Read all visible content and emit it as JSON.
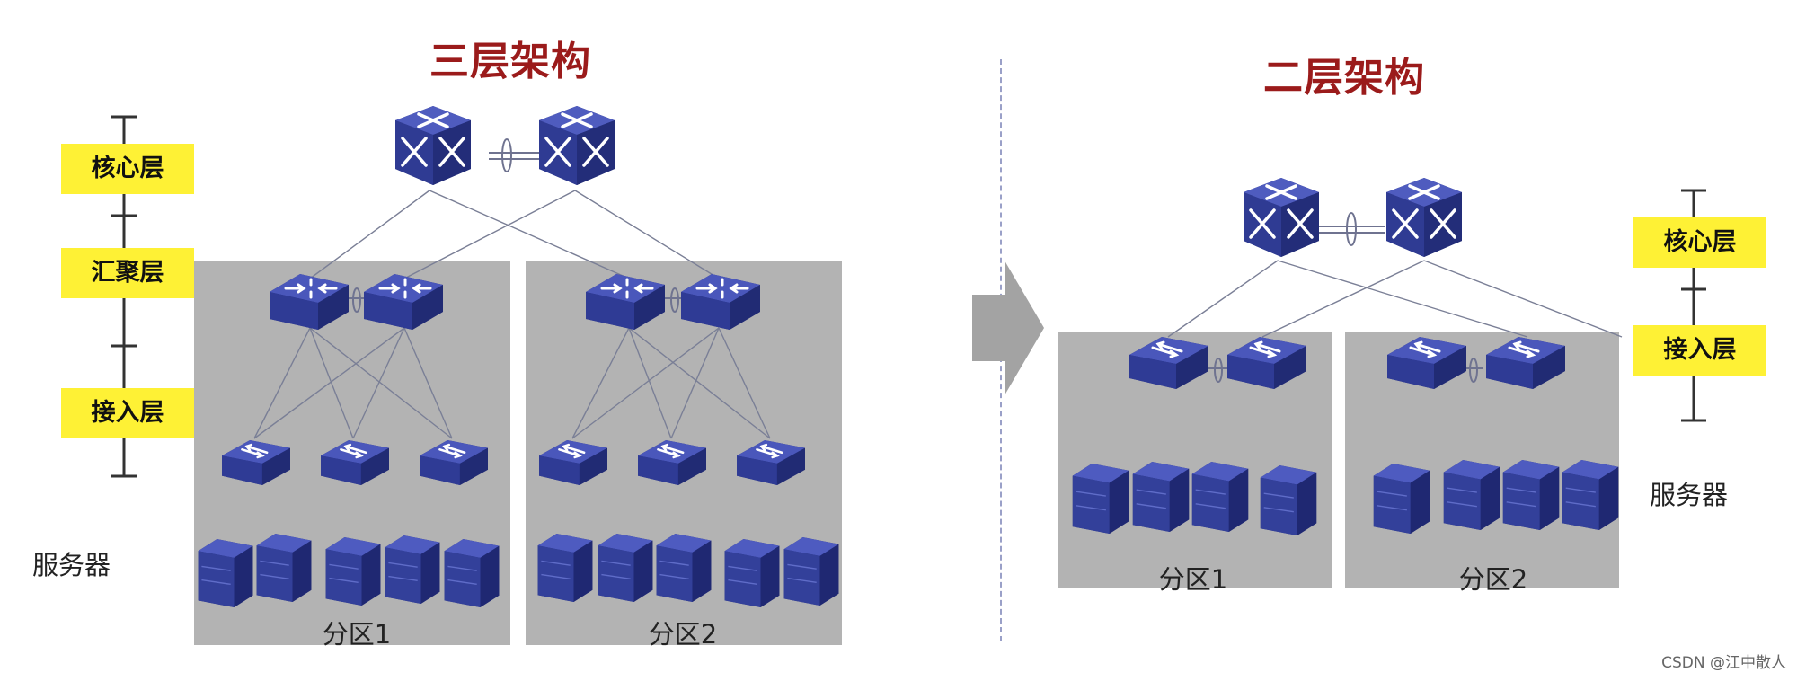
{
  "three_tier": {
    "title": "三层架构",
    "layers": [
      "核心层",
      "汇聚层",
      "接入层"
    ],
    "server_label": "服务器",
    "partitions": [
      "分区1",
      "分区2"
    ]
  },
  "two_tier": {
    "title": "二层架构",
    "layers": [
      "核心层",
      "接入层"
    ],
    "server_label": "服务器",
    "partitions": [
      "分区1",
      "分区2"
    ]
  },
  "watermark": "CSDN @江中散人",
  "colors": {
    "title": "#9b1b1b",
    "label_bg": "#fef135",
    "device": "#2e3a8c",
    "zone": "#b3b3b3",
    "arrow": "#a3a3a3"
  },
  "icons": {
    "core": "core-switch-icon",
    "aggregation": "aggregation-switch-icon",
    "access": "access-switch-icon",
    "server": "server-icon"
  }
}
